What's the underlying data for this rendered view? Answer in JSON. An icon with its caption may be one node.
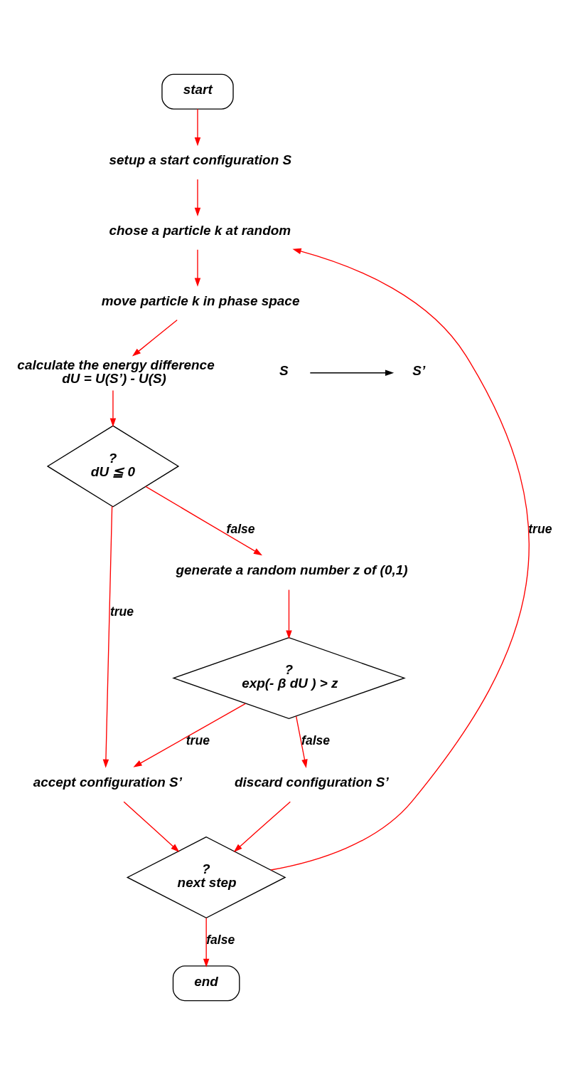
{
  "diagram": {
    "nodes": [
      {
        "text": [
          "start"
        ]
      },
      {
        "text": [
          "setup a start configuration S"
        ]
      },
      {
        "text": [
          "chose a particle k at random"
        ]
      },
      {
        "text": [
          "move particle k in phase space"
        ]
      },
      {
        "text": [
          "S"
        ]
      },
      {
        "text": [
          "S’"
        ]
      },
      {
        "text": [
          "calculate the energy difference",
          "dU = U(S’) - U(S)"
        ]
      },
      {
        "text": [
          "?",
          "dU ≦ 0"
        ]
      },
      {
        "text": [
          "generate a random number z of (0,1)"
        ]
      },
      {
        "text": [
          "?",
          "exp(- β dU ) > z"
        ]
      },
      {
        "text": [
          "accept configuration S’"
        ]
      },
      {
        "text": [
          "discard configuration S’"
        ]
      },
      {
        "text": [
          "?",
          "next step"
        ]
      },
      {
        "text": [
          "end"
        ]
      }
    ],
    "edges": [
      {
        "from": 0,
        "to": 1,
        "arrow": "to"
      },
      {
        "from": 1,
        "to": 2,
        "arrow": "to"
      },
      {
        "from": 2,
        "to": 3,
        "arrow": "to"
      },
      {
        "from": 4,
        "to": 5,
        "arrow": "to",
        "color": "#000000"
      },
      {
        "from": 3,
        "to": 6,
        "arrow": "to"
      },
      {
        "from": 6,
        "to": 7,
        "arrow": "to"
      },
      {
        "from": 7,
        "to": 10,
        "arrow": "to",
        "label": "true"
      },
      {
        "from": 7,
        "to": 8,
        "arrow": "to",
        "label": "false"
      },
      {
        "from": 8,
        "to": 9,
        "arrow": "to"
      },
      {
        "from": 9,
        "to": 10,
        "arrow": "to",
        "label": "true"
      },
      {
        "from": 9,
        "to": 11,
        "arrow": "to",
        "label": "false"
      },
      {
        "from": 10,
        "to": 12,
        "arrow": "to"
      },
      {
        "from": 11,
        "to": 12,
        "arrow": "to"
      },
      {
        "from": 12,
        "to": 2,
        "arrow": "to",
        "label": "true"
      },
      {
        "from": 12,
        "to": 13,
        "arrow": "to",
        "label": "false"
      }
    ]
  }
}
